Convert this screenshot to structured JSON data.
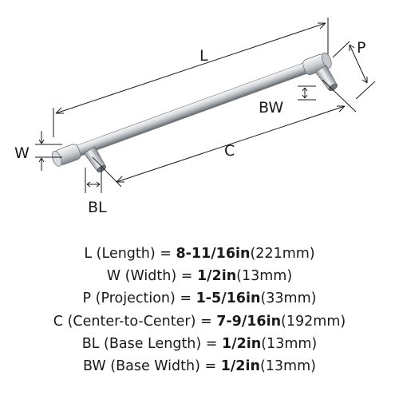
{
  "diagram": {
    "labels": {
      "length": "L",
      "projection": "P",
      "base_width": "BW",
      "width": "W",
      "center": "C",
      "base_length": "BL"
    }
  },
  "specs": [
    {
      "label": "L (Length) = ",
      "value": "8-11/16in",
      "metric": "(221mm)"
    },
    {
      "label": "W (Width) = ",
      "value": "1/2in",
      "metric": "(13mm)"
    },
    {
      "label": "P (Projection) = ",
      "value": "1-5/16in",
      "metric": "(33mm)"
    },
    {
      "label": "C (Center-to-Center) = ",
      "value": "7-9/16in",
      "metric": "(192mm)"
    },
    {
      "label": "BL (Base Length) = ",
      "value": "1/2in",
      "metric": "(13mm)"
    },
    {
      "label": "BW (Base Width) = ",
      "value": "1/2in",
      "metric": "(13mm)"
    }
  ],
  "colors": {
    "metal_light": "#eef0f2",
    "metal_mid": "#bcc0c5",
    "metal_dark": "#6e7379",
    "line": "#1a1a1a"
  }
}
